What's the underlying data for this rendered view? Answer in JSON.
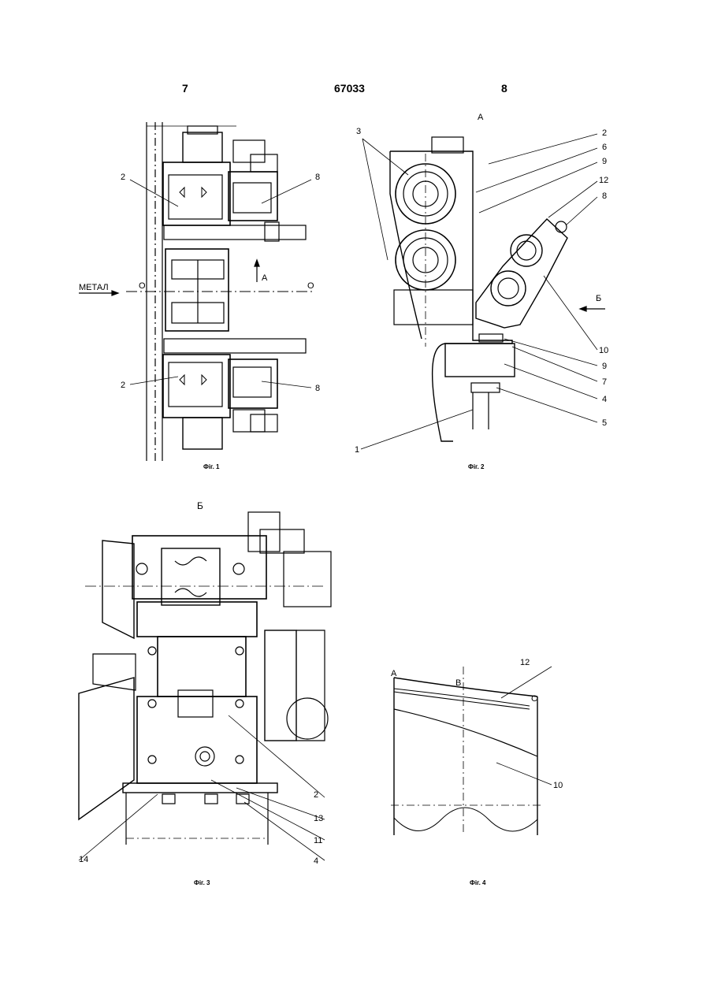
{
  "header": {
    "page_left": "7",
    "doc_number": "67033",
    "page_right": "8"
  },
  "fig1": {
    "caption": "Фіг. 1",
    "metal_label": "МЕТАЛ",
    "axis_left": "О",
    "axis_right": "О",
    "view_marker": "А",
    "callouts": [
      "2",
      "8",
      "2",
      "8"
    ]
  },
  "fig2": {
    "caption": "Фіг. 2",
    "view_title": "А",
    "view_marker": "Б",
    "callouts": [
      "3",
      "2",
      "6",
      "9",
      "12",
      "8",
      "10",
      "9",
      "7",
      "4",
      "5",
      "1"
    ]
  },
  "fig3": {
    "caption": "Фіг. 3",
    "view_title": "Б",
    "callouts": [
      "2",
      "13",
      "11",
      "4",
      "14"
    ]
  },
  "fig4": {
    "caption": "Фіг. 4",
    "points": [
      "A",
      "B",
      "C"
    ],
    "callouts": [
      "12",
      "10"
    ]
  }
}
